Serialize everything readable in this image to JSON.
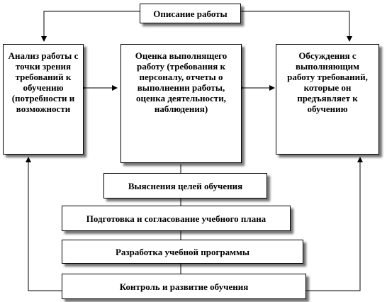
{
  "boxes": {
    "description": "Описание работы",
    "analysis": "Анализ работы с точки зрения требований к обучению (потребности и возможности",
    "assessment": "Оценка выполнящего работу (требования к персоналу, отчеты о выполнении работы, оценка деятельности, наблюдения)",
    "discussion": "Обсуждения с выполняющим работу требований, которые он предъявляет к обучению",
    "goals": "Выяснения целей обучения",
    "plan": "Подготовка и согласование учебного плана",
    "program": "Разработка учебной программы",
    "control": "Контроль и развитие обучения"
  }
}
